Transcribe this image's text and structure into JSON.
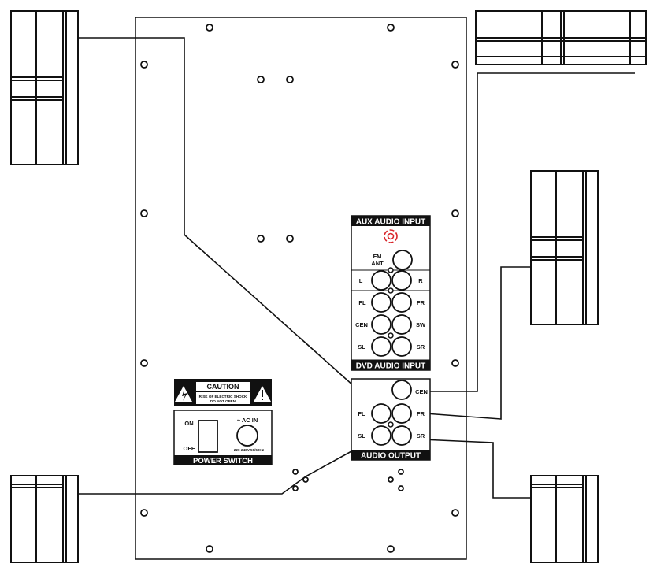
{
  "aux_panel": {
    "title": "AUX AUDIO INPUT",
    "fm_ant_line1": "FM",
    "fm_ant_line2": "ANT",
    "left": "L",
    "right": "R"
  },
  "dvd_panel": {
    "title": "DVD AUDIO INPUT",
    "jacks": [
      "FL",
      "FR",
      "CEN",
      "SW",
      "SL",
      "SR"
    ]
  },
  "output_panel": {
    "title": "AUDIO OUTPUT",
    "cen": "CEN",
    "fl": "FL",
    "fr": "FR",
    "sl": "SL",
    "sr": "SR"
  },
  "caution": {
    "title": "CAUTION",
    "line1": "RISK OF ELECTRIC SHOCK",
    "line2": "DO NOT OPEN"
  },
  "power": {
    "on": "ON",
    "off": "OFF",
    "ac_in": "~ AC IN",
    "rating": "220-240V/50/60Hz",
    "title": "POWER SWITCH"
  },
  "colors": {
    "line": "#111111",
    "highlight": "#d9262b",
    "background": "#ffffff"
  }
}
